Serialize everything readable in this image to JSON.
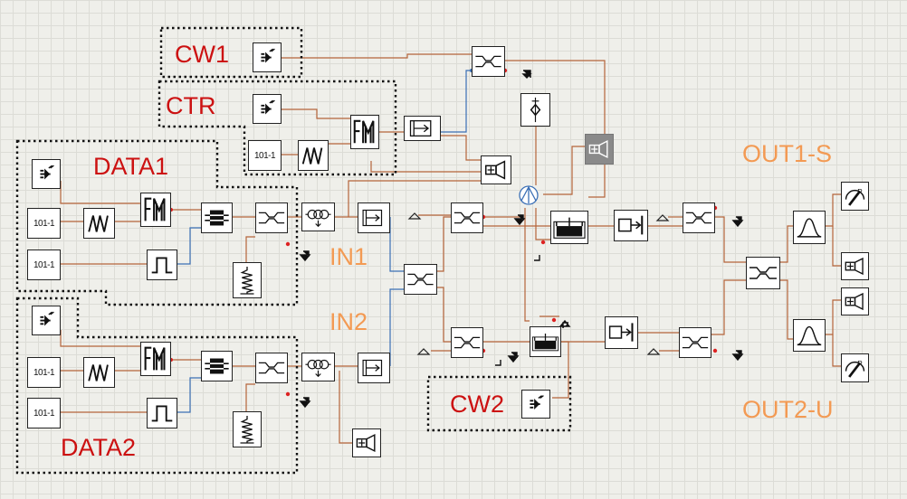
{
  "labels": {
    "cw1": "CW1",
    "ctr": "CTR",
    "data1": "DATA1",
    "data2": "DATA2",
    "cw2": "CW2",
    "in1": "IN1",
    "in2": "IN2",
    "out1": "OUT1-S",
    "out2": "OUT2-U"
  },
  "generators": {
    "g1": "101-1",
    "g2": "101-1",
    "g3": "101-1",
    "g4": "101-1",
    "g5": "101-1"
  },
  "colors": {
    "label_red": "#cc1111",
    "label_orange": "#f39a53",
    "wire": "#b5643a",
    "wire_blue": "#3a6fb5",
    "port_red": "#dd2222"
  }
}
